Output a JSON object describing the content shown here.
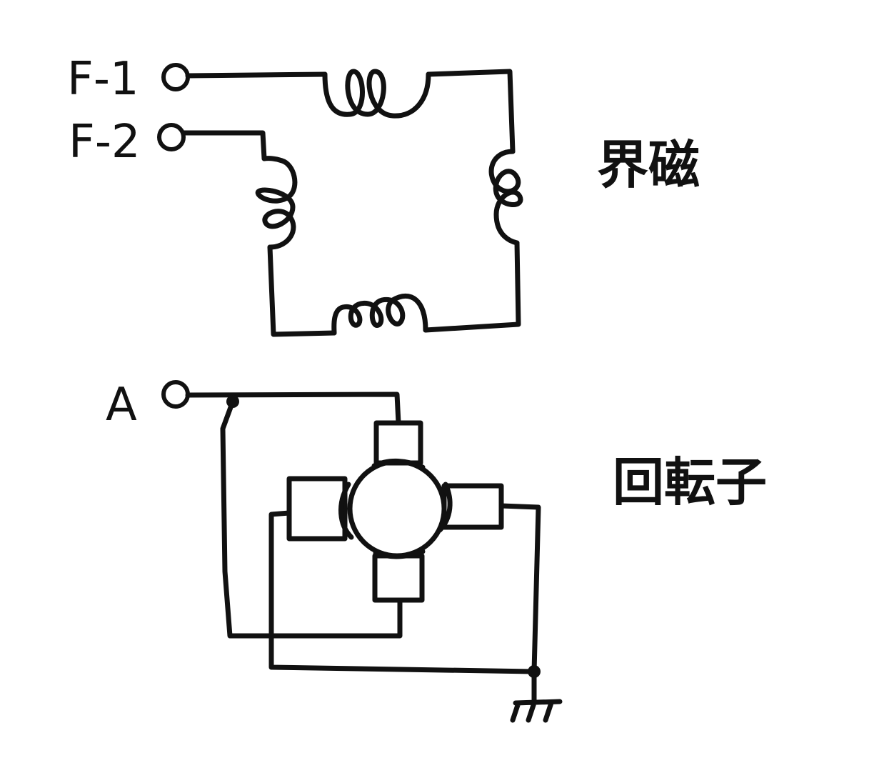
{
  "field": {
    "terminal_1_label": "F-1",
    "terminal_2_label": "F-2",
    "title": "界磁"
  },
  "armature": {
    "terminal_label": "A",
    "title": "回転子"
  }
}
